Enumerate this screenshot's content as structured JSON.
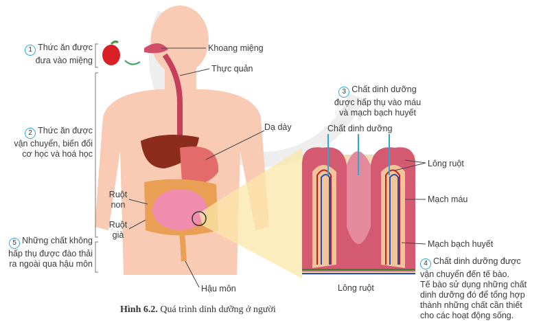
{
  "steps": [
    {
      "num": "1",
      "line1": "Thức ăn được",
      "line2": "đưa vào miệng"
    },
    {
      "num": "2",
      "line1": "Thức ăn được",
      "line2": "vận chuyển, biến đổi",
      "line3": "cơ học và hoá học"
    },
    {
      "num": "3",
      "line1": "Chất dinh dưỡng",
      "line2": "được hấp thụ vào máu",
      "line3": "và mạch bạch huyết"
    },
    {
      "num": "4",
      "line1": "Chất dinh dưỡng được",
      "line2": "vận chuyển đến tế bào.",
      "line3": "Tế bào sử dụng những chất",
      "line4": "dinh dưỡng đó để tổng hợp",
      "line5": "thành những chất cần thiết",
      "line6": "cho các hoạt động sống."
    },
    {
      "num": "5",
      "line1": "Những chất không",
      "line2": "hấp thụ được đào thải",
      "line3": "ra ngoài qua hậu môn"
    }
  ],
  "organs": {
    "mouth": "Khoang miệng",
    "esophagus": "Thực quản",
    "stomach": "Dạ dày",
    "small_intestine_1": "Ruột",
    "small_intestine_2": "non",
    "large_intestine_1": "Ruột",
    "large_intestine_2": "già",
    "anus": "Hậu môn"
  },
  "villi": {
    "nutrients": "Chất dinh dưỡng",
    "villus_top": "Lông ruột",
    "blood_vessel": "Mạch máu",
    "lymph_vessel": "Mạch bạch huyết",
    "villus_bottom": "Lông ruột"
  },
  "caption": {
    "label": "Hình 6.2.",
    "text": "Quá trình dinh dưỡng ở người"
  }
}
